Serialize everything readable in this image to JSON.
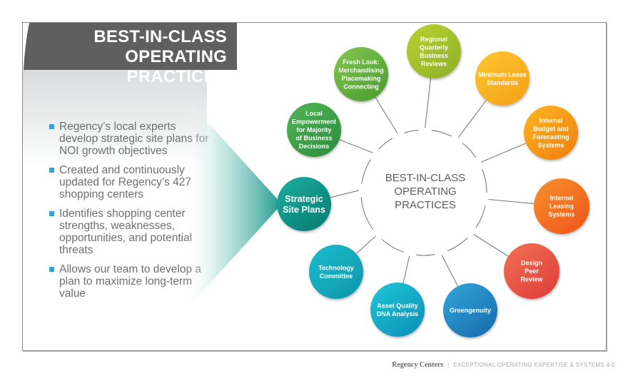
{
  "slide": {
    "title_lines": [
      "BEST-IN-CLASS",
      "OPERATING PRACTICES"
    ],
    "bullets": [
      "Regency’s local experts develop strategic site plans for NOI growth objectives",
      "Created and continuously updated for Regency’s 427 shopping centers",
      "Identifies shopping center strengths, weaknesses, opportunities, and potential threats",
      "Allows our team to develop a plan to maximize long-term value"
    ],
    "bullet_color": "#29a8df"
  },
  "diagram": {
    "center_lines": [
      "BEST-IN-CLASS",
      "OPERATING",
      "PRACTICES"
    ],
    "nodes": [
      {
        "id": "strategic-site-plans",
        "lines": [
          "Strategic",
          "Site Plans"
        ],
        "color_start": "#17a89a",
        "color_end": "#0a7f74",
        "emphasis": true
      },
      {
        "id": "local-empowerment",
        "lines": [
          "Local",
          "Empowerment",
          "for Majority",
          "of Business",
          "Decisions"
        ],
        "color_start": "#4db152",
        "color_end": "#2f8e3e"
      },
      {
        "id": "fresh-look",
        "lines": [
          "Fresh Look:",
          "Merchandising",
          "Placemaking",
          "Connecting"
        ],
        "color_start": "#7cc04b",
        "color_end": "#4e9f34"
      },
      {
        "id": "regional-quarterly",
        "lines": [
          "Regional",
          "Quarterly",
          "Business",
          "Reviews"
        ],
        "color_start": "#b5cd2f",
        "color_end": "#8fb32a"
      },
      {
        "id": "minimum-lease",
        "lines": [
          "Minimum Lease",
          "Standards"
        ],
        "color_start": "#fcc22a",
        "color_end": "#f3a51b"
      },
      {
        "id": "internal-budget",
        "lines": [
          "Internal",
          "Budget and",
          "Forecasting",
          "Systems"
        ],
        "color_start": "#fbb01f",
        "color_end": "#f0820f"
      },
      {
        "id": "internal-leasing",
        "lines": [
          "Internal",
          "Leasing",
          "Systems"
        ],
        "color_start": "#f7892a",
        "color_end": "#ef5a1d"
      },
      {
        "id": "design-peer-review",
        "lines": [
          "Design",
          "Peer",
          "Review"
        ],
        "color_start": "#ef6a52",
        "color_end": "#e0413a"
      },
      {
        "id": "greengenuity",
        "lines": [
          "Greengenuity"
        ],
        "color_start": "#2e9fd3",
        "color_end": "#1a6fb0"
      },
      {
        "id": "asset-quality",
        "lines": [
          "Asset Quality",
          "DNA Analysis"
        ],
        "color_start": "#1cc0d6",
        "color_end": "#0e93b8"
      },
      {
        "id": "technology-committee",
        "lines": [
          "Technology",
          "Committee"
        ],
        "color_start": "#1ab8c8",
        "color_end": "#0f99b0"
      }
    ]
  },
  "footer": {
    "brand": "Regency Centers",
    "separator": "|",
    "section": "EXCEPTIONAL OPERATING EXPERTISE & SYSTEMS 4-5"
  }
}
